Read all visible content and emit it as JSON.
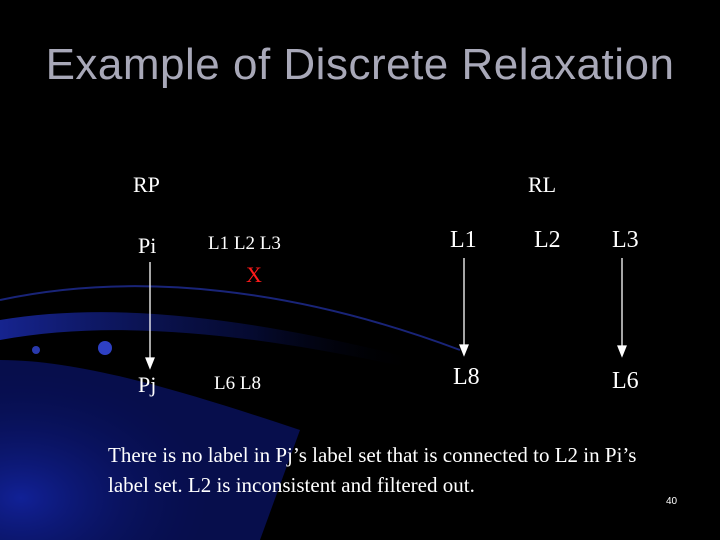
{
  "slide": {
    "title": "Example of Discrete Relaxation",
    "page_number": "40",
    "colors": {
      "background": "#000000",
      "title": "#a8a8b8",
      "text": "#ffffff",
      "x_mark": "#ff1a1a",
      "swoosh": "#1a2aa8"
    }
  },
  "diagram": {
    "rp_header": "RP",
    "rl_header": "RL",
    "pi_label": "Pi",
    "pj_label": "Pj",
    "pi_labelset": "L1  L2  L3",
    "pj_labelset": "L6 L8",
    "x_mark": "X",
    "nodes": {
      "l1": "L1",
      "l2": "L2",
      "l3": "L3",
      "l8": "L8",
      "l6": "L6"
    }
  },
  "caption": "There is no label in Pj’s label set that is connected to L2 in Pi’s label set.  L2 is inconsistent and filtered out."
}
